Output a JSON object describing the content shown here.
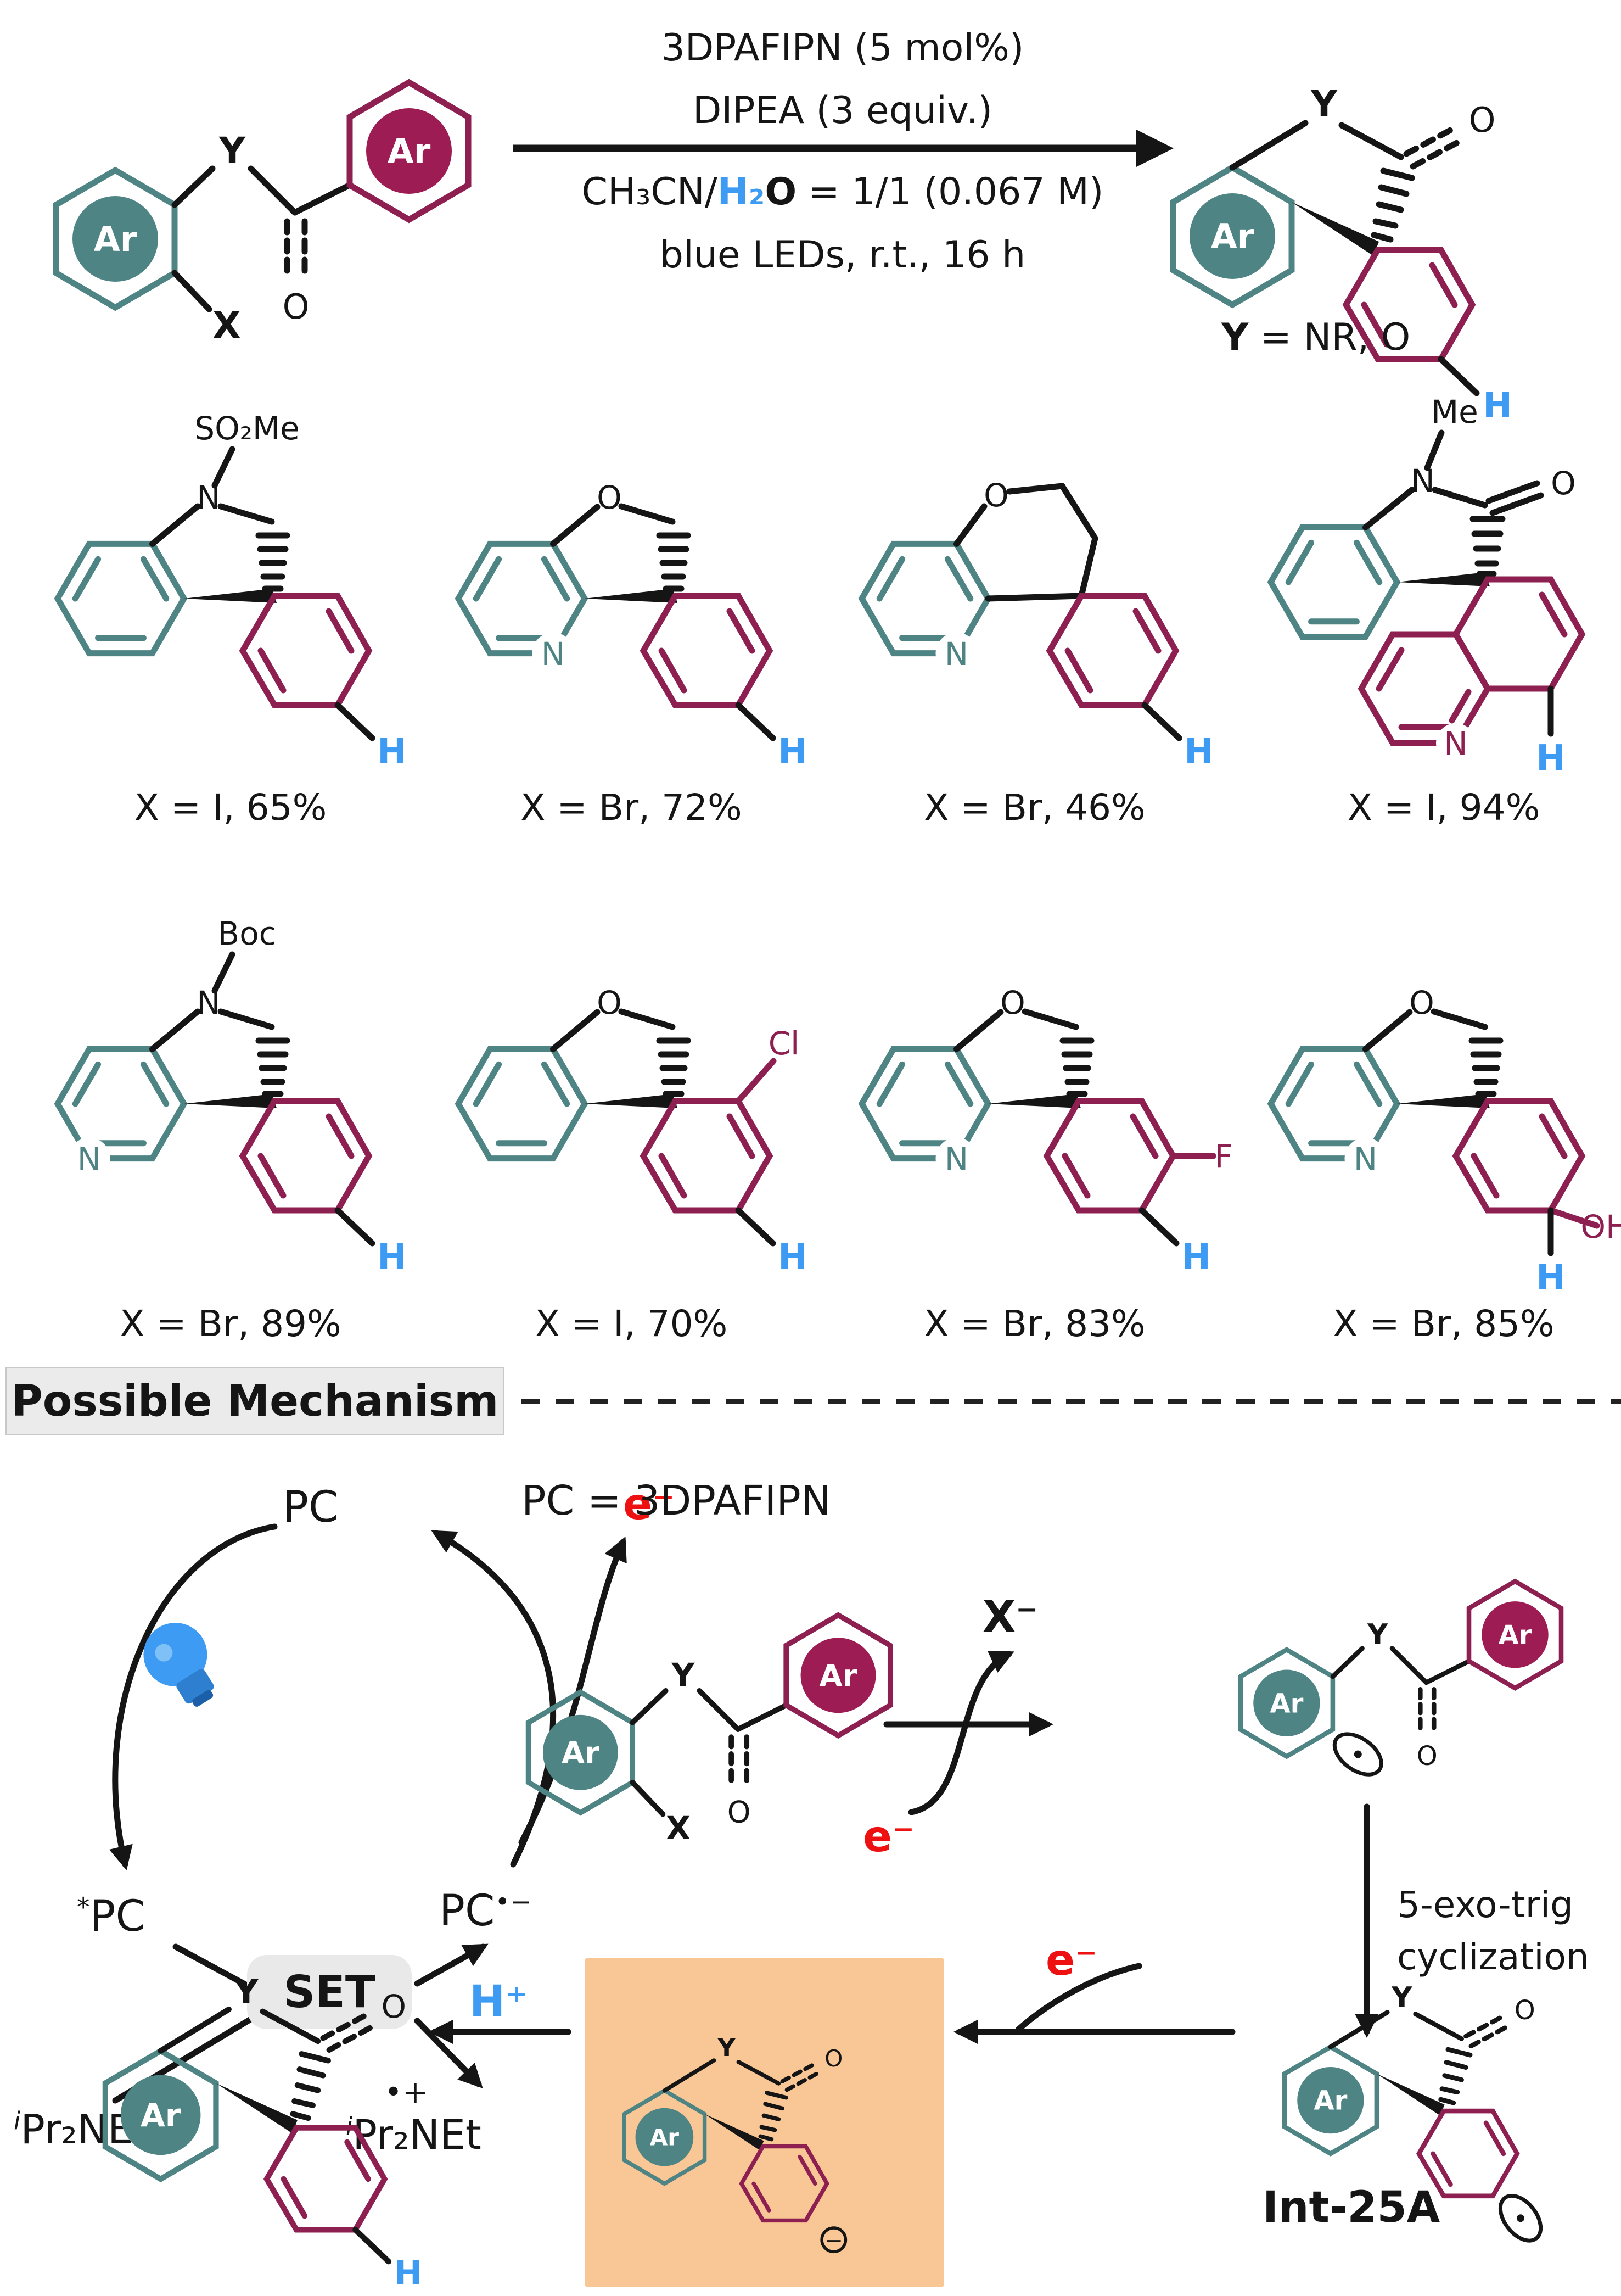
{
  "colors": {
    "teal": "#4E8584",
    "maroon_stroke": "#8D2051",
    "maroon_fill": "#9C1C53",
    "blue_h": "#3E9BF4",
    "red_electron": "#EE1111",
    "orange_box": "#F9C795",
    "gray_box": "#EBEBEB"
  },
  "atoms": {
    "ar": "Ar",
    "y": "Y",
    "x": "X",
    "o": "O",
    "n": "N",
    "h": "H"
  },
  "substituents": {
    "so2me": "SO₂Me",
    "me": "Me",
    "boc": "Boc",
    "cl": "Cl",
    "f": "F",
    "oh": "OH"
  },
  "scheme": {
    "conditions_line1": "3DPAFIPN (5 mol%)",
    "conditions_line2": "DIPEA (3 equiv.)",
    "solvent_prefix": "CH₃CN/",
    "solvent_water": "H₂",
    "solvent_o": "O",
    "solvent_ratio": " = 1/1 (0.067 M)",
    "conditions_line4": "blue LEDs, r.t., 16 h",
    "y_note_bold": "Y",
    "y_note_rest": " = NR, O"
  },
  "yields": [
    "X = I, 65%",
    "X = Br, 72%",
    "X = Br, 46%",
    "X = I, 94%",
    "X = Br, 89%",
    "X = I, 70%",
    "X = Br, 83%",
    "X = Br, 85%"
  ],
  "mechanism": {
    "header": "Possible Mechanism",
    "pc": "PC",
    "pc_excited_sup": "*",
    "pc_excited": "PC",
    "pc_radical": "PC",
    "pc_radical_sup": "•−",
    "set": "SET",
    "amine_sup": "i",
    "amine": "Pr₂NEt",
    "amine_cation_sup": "•+",
    "amine_cation_presup": "i",
    "amine_cation": "Pr₂NEt",
    "electron": "e⁻",
    "pc_definition": "PC = 3DPAFIPN",
    "x_anion": "X⁻",
    "five_exo_line1": "5-exo-trig",
    "five_exo_line2": "cyclization",
    "int_label": "Int-25A",
    "h_plus": "H⁺",
    "anion_sign": "−"
  }
}
